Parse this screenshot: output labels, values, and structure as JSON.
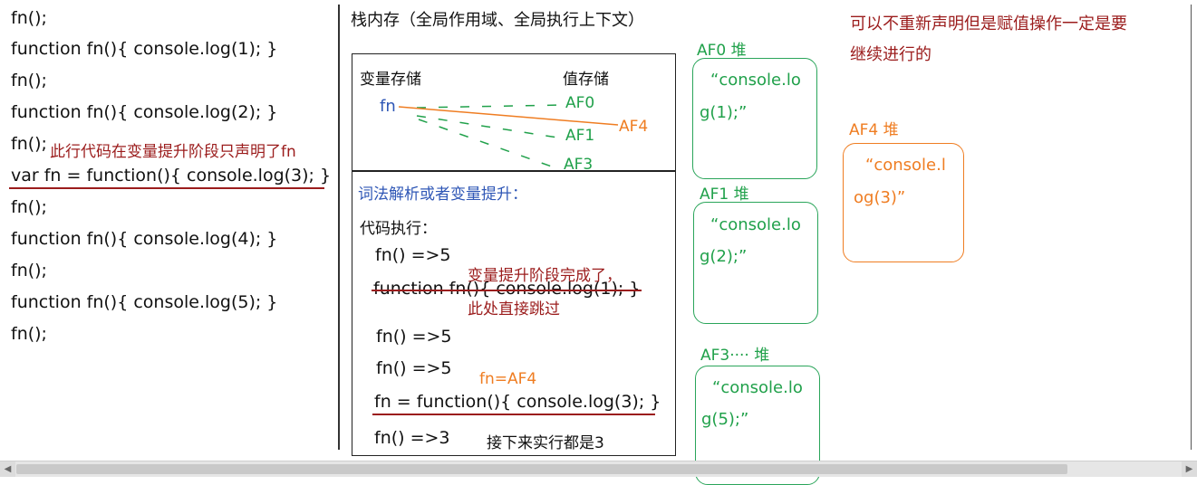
{
  "left_code": {
    "lines": [
      "fn();",
      "function fn(){ console.log(1); }",
      "fn();",
      "function fn(){ console.log(2); }",
      "fn();",
      "var fn = function(){ console.log(3); }",
      "fn();",
      "function fn(){ console.log(4); }",
      "fn();",
      "function fn(){ console.log(5); }",
      "fn();"
    ],
    "annotation": "此行代码在变量提升阶段只声明了fn"
  },
  "stack": {
    "title": "栈内存（全局作用域、全局执行上下文）",
    "var_store_label": "变量存储",
    "value_store_label": "值存储",
    "fn_label": "fn",
    "values": [
      "AF0",
      "AF1",
      "AF3"
    ],
    "af4_label": "AF4"
  },
  "execution": {
    "hoisting_label": "词法解析或者变量提升：",
    "code_exec_label": "代码执行：",
    "lines": [
      "fn()     =>5",
      "function fn(){ console.log(1); }",
      "fn()   =>5",
      "fn()   =>5",
      "fn = function(){ console.log(3); }",
      "fn()   =>3"
    ],
    "hoist_done_note_1": "变量提升阶段完成了，",
    "hoist_done_note_2": "此处直接跳过",
    "fn_af4": "fn=AF4",
    "following_note": "接下来实行都是3"
  },
  "heaps": {
    "af0_title": "AF0  堆",
    "af0_content_1": "“console.lo",
    "af0_content_2": "g(1);”",
    "af1_title": "AF1 堆",
    "af1_content_1": "“console.lo",
    "af1_content_2": "g(2);”",
    "af3_title": "AF3····  堆",
    "af3_content_1": "“console.lo",
    "af3_content_2": "g(5);”",
    "af4_title": "AF4 堆",
    "af4_content_1": "“console.l",
    "af4_content_2": "og(3)”"
  },
  "note": {
    "line1": "可以不重新声明但是赋值操作一定是要",
    "line2": "继续进行的"
  },
  "colors": {
    "red": "#9b1c1c",
    "green": "#21a14b",
    "orange": "#ef7d22",
    "blue": "#2f57b6"
  }
}
